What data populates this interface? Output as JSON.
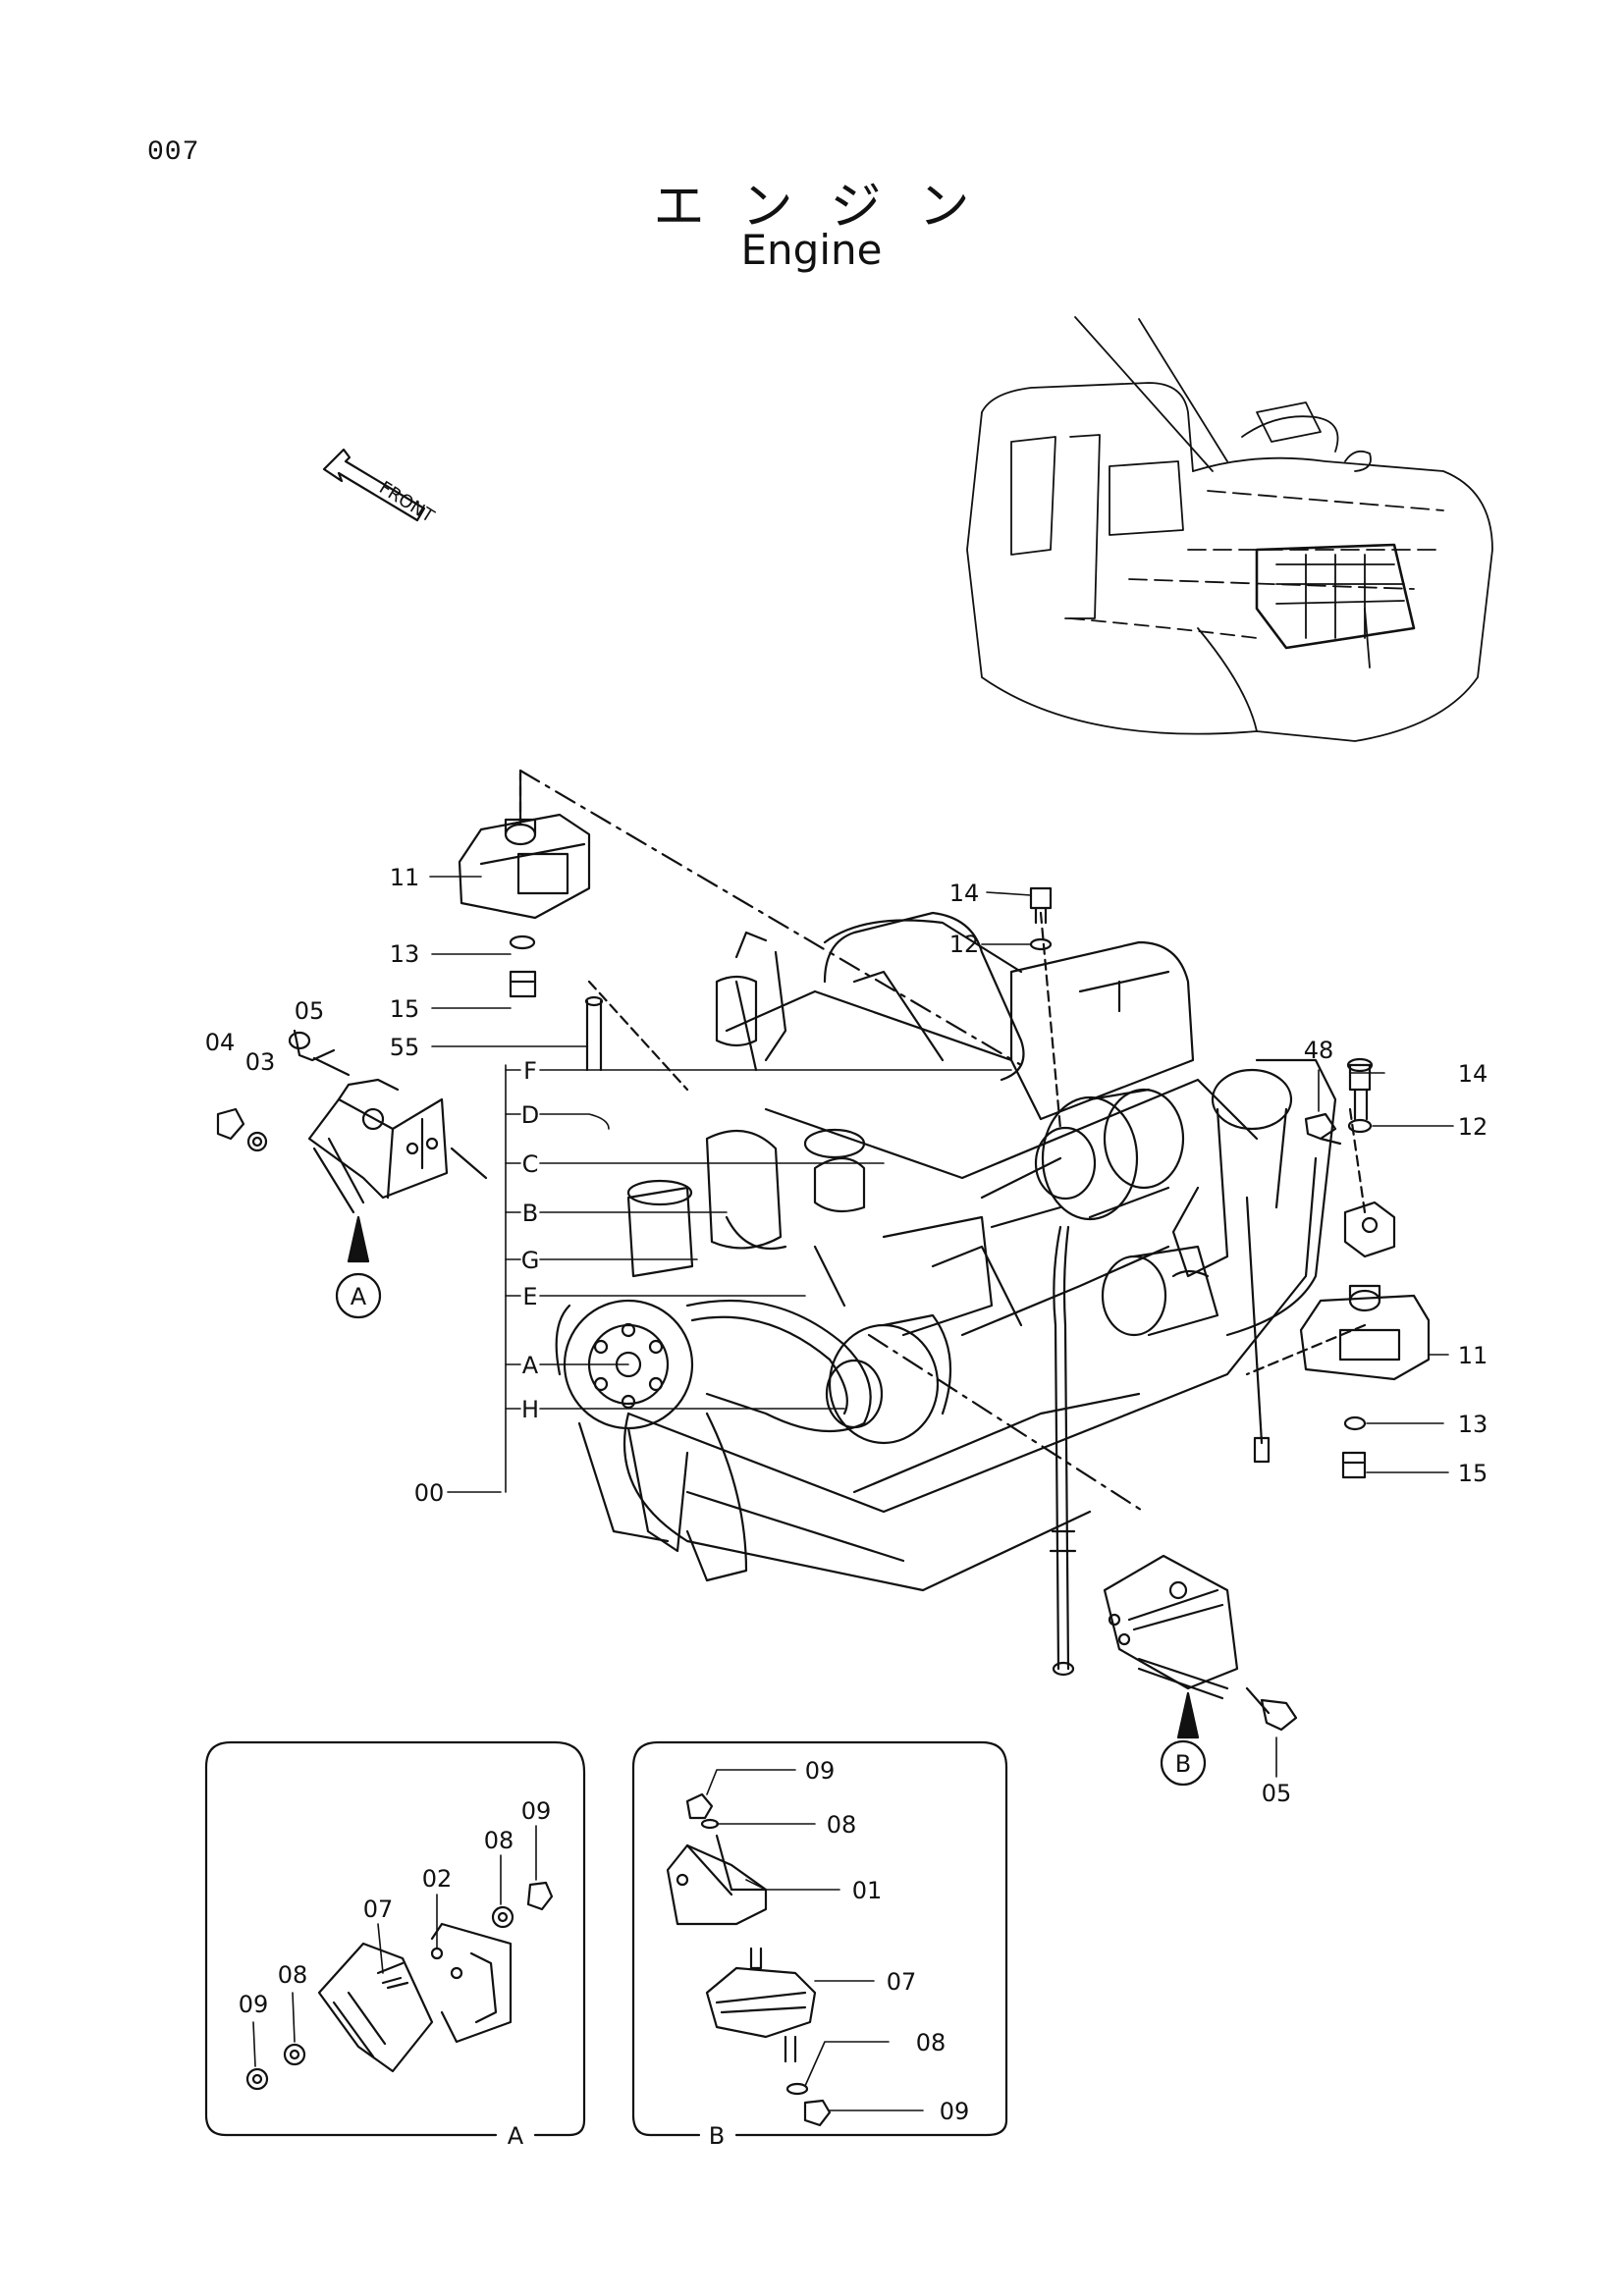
{
  "page_number": "007",
  "title_jp": "エンジン",
  "title_en": "Engine",
  "front_label": "FRONT",
  "main_labels": {
    "p11a": "11",
    "p13a": "13",
    "p15a": "15",
    "p55": "55",
    "p04": "04",
    "p05a": "05",
    "p03": "03",
    "pF": "F",
    "pD": "D",
    "pC": "C",
    "pB": "B",
    "pG": "G",
    "pE": "E",
    "pA": "A",
    "pH": "H",
    "p00": "00",
    "p14a": "14",
    "p12a": "12",
    "p48": "48",
    "p14b": "14",
    "p12b": "12",
    "p11b": "11",
    "p13b": "13",
    "p15b": "15",
    "p05b": "05"
  },
  "callouts": {
    "a": "A",
    "b": "B"
  },
  "detail_a": {
    "caption": "A",
    "labels": {
      "p09r": "09",
      "p08r": "08",
      "p02": "02",
      "p07": "07",
      "p08l": "08",
      "p09l": "09"
    }
  },
  "detail_b": {
    "caption": "B",
    "labels": {
      "p09t": "09",
      "p08t": "08",
      "p01": "01",
      "p07": "07",
      "p08b": "08",
      "p09b": "09"
    }
  }
}
